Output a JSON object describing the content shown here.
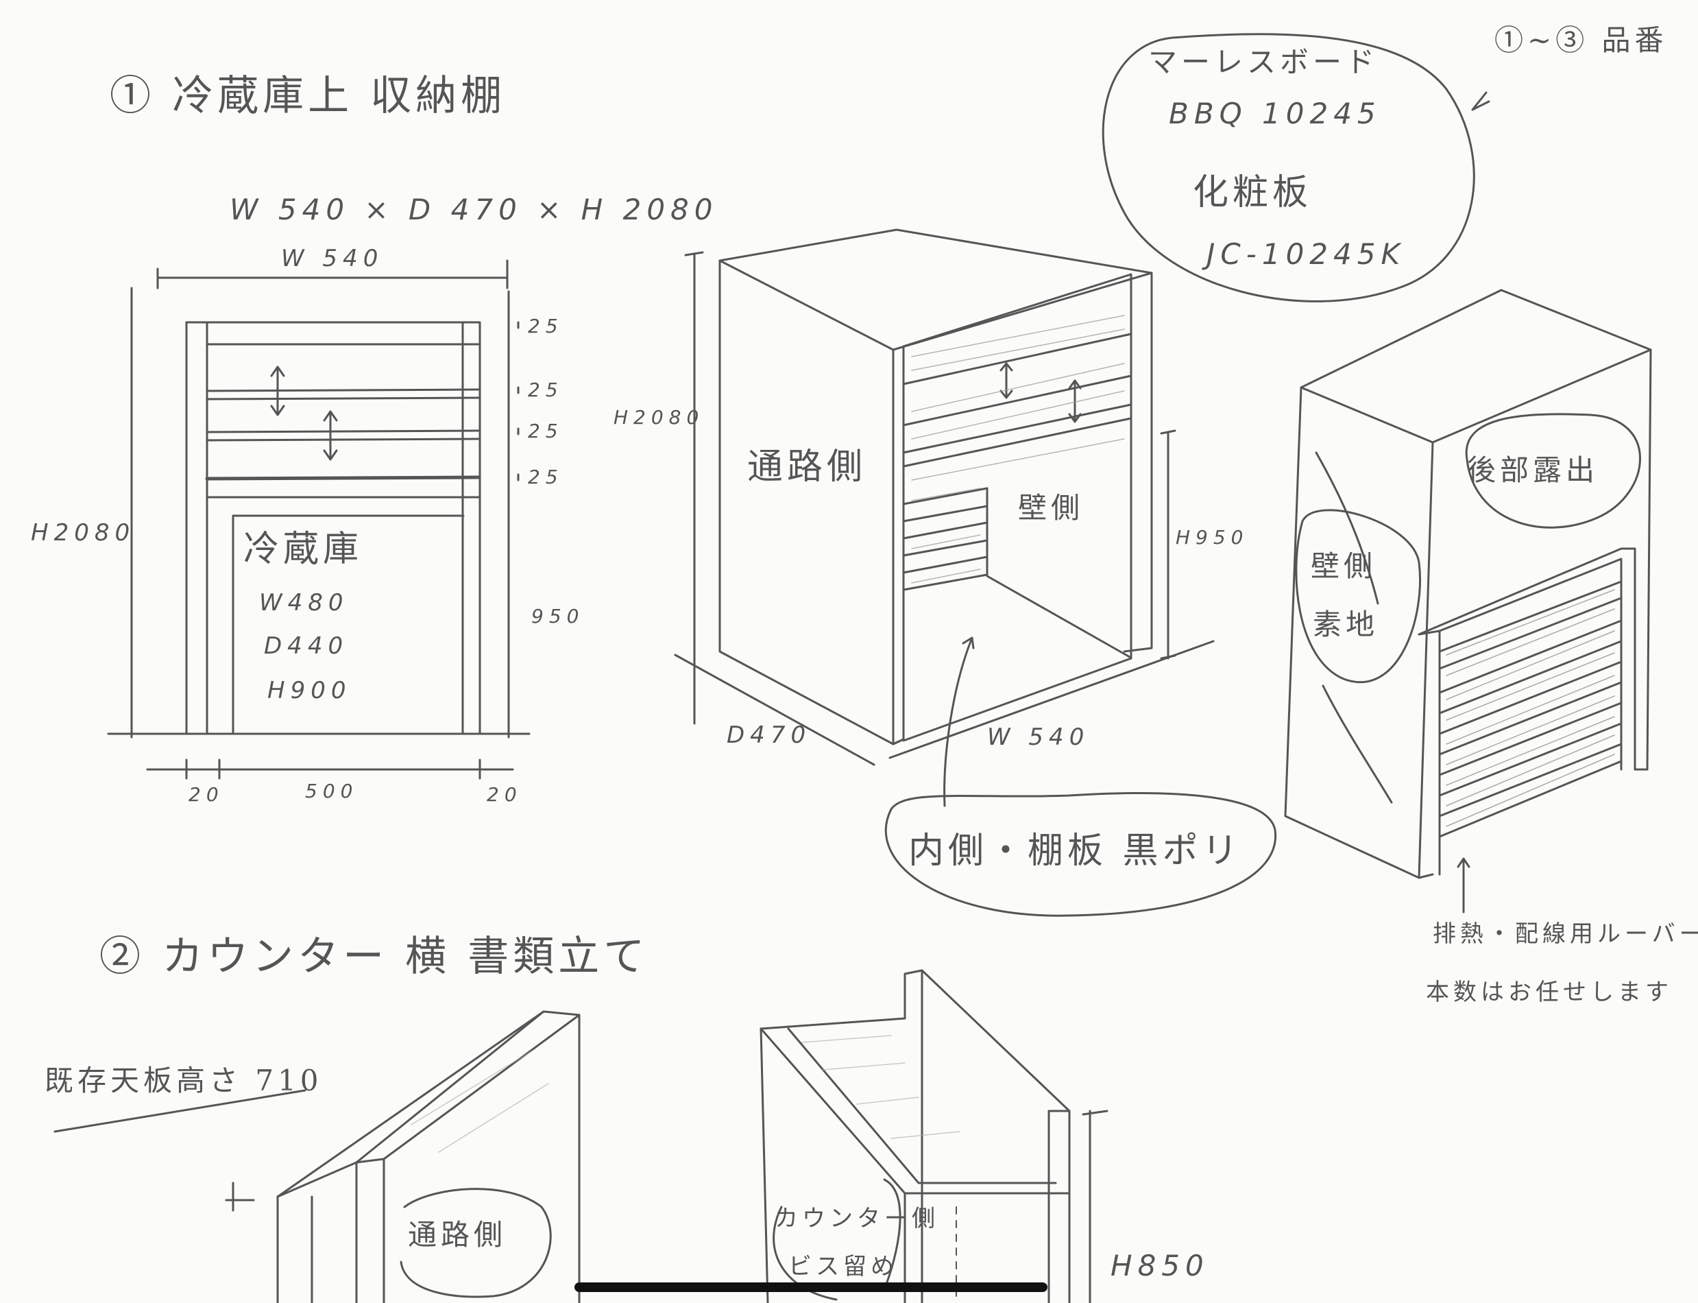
{
  "header": {
    "note_range": "①~③ 品番",
    "section1_title": "① 冷蔵庫上 収納棚",
    "section2_title": "② カウンター 横 書類立て"
  },
  "callout_board": {
    "line1": "マーレスボード",
    "line2": "BBQ 10245",
    "line3": "化粧板",
    "line4": "JC-10245K"
  },
  "front_view": {
    "overall_size": "W 540 × D 470 × H 2080",
    "width_label": "W 540",
    "height_label": "H2080",
    "gaps": [
      "25",
      "25",
      "25",
      "25"
    ],
    "lower_height": "950",
    "fridge_label": "冷蔵庫",
    "fridge_w": "W480",
    "fridge_d": "D440",
    "fridge_h": "H900",
    "bottom_left": "20",
    "bottom_center": "500",
    "bottom_right": "20"
  },
  "iso_view": {
    "height_label": "H2080",
    "aisle_side": "通路側",
    "wall_side": "壁側",
    "h950": "H950",
    "depth_label": "D470",
    "width_label": "W 540",
    "inner_note": "内側・棚板 黒ポリ"
  },
  "back_view": {
    "rear_exposed": "後部露出",
    "wall_side": "壁側",
    "raw_finish": "素地",
    "louver_note1": "排熱・配線用ルーバー",
    "louver_note2": "本数はお任せします"
  },
  "section2": {
    "existing_top": "既存天板高さ 710",
    "aisle_side": "通路側",
    "counter_side": "カウンター側",
    "screw_fix": "ビス留め",
    "h850": "H850"
  }
}
